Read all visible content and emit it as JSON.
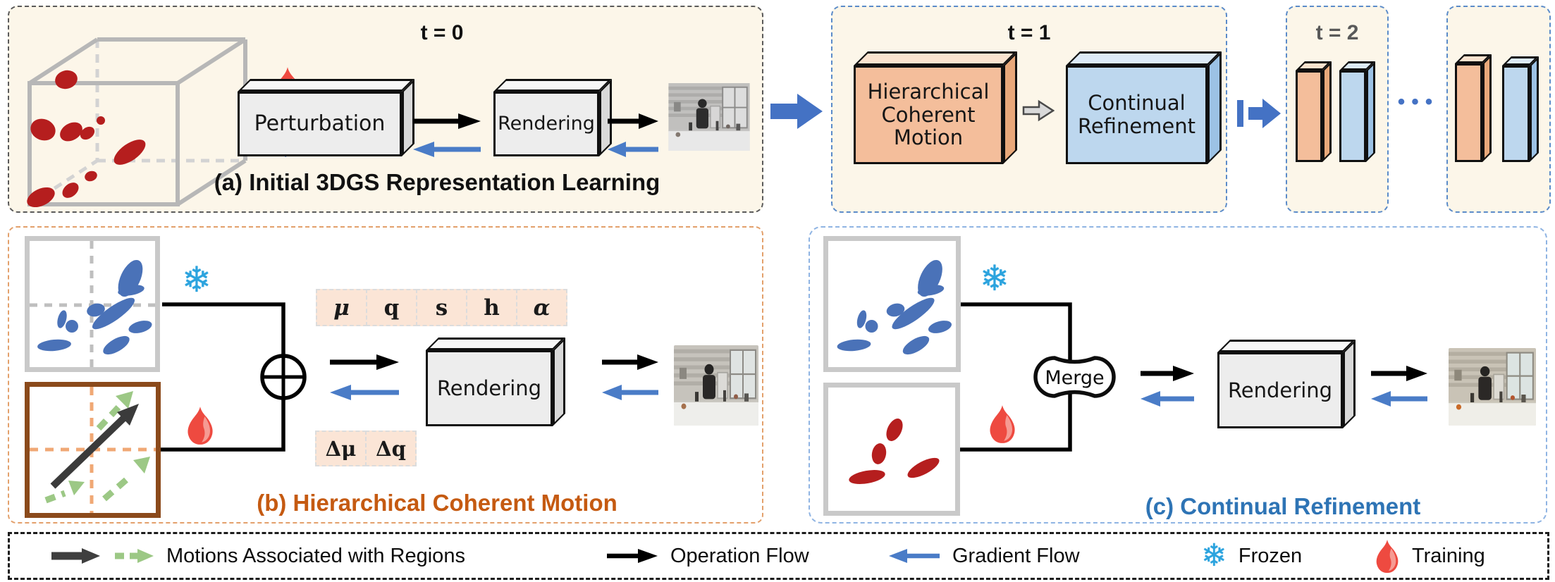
{
  "figure": {
    "panel_a": {
      "time_label": "t = 0",
      "caption": "(a) Initial 3DGS Representation Learning",
      "box1": "Perturbation",
      "box2": "Rendering"
    },
    "panel_t1": {
      "time_label": "t = 1",
      "box1": "Hierarchical Coherent Motion",
      "box2": "Continual Refinement"
    },
    "panel_t2": {
      "time_label": "t = 2"
    },
    "ellipsis": "•••",
    "panel_b": {
      "caption": "(b) Hierarchical Coherent Motion",
      "params": [
        "μ",
        "q",
        "s",
        "h",
        "α"
      ],
      "deltas": [
        "Δμ",
        "Δq"
      ],
      "box": "Rendering"
    },
    "panel_c": {
      "caption": "(c) Continual Refinement",
      "merge": "Merge",
      "box": "Rendering"
    },
    "legend": {
      "items": [
        {
          "icon": "region-motion-arrows",
          "label": "Motions Associated with Regions"
        },
        {
          "icon": "black-arrow",
          "label": "Operation Flow"
        },
        {
          "icon": "blue-arrow",
          "label": "Gradient Flow"
        },
        {
          "icon": "snowflake",
          "label": "Frozen"
        },
        {
          "icon": "fire",
          "label": "Training"
        }
      ]
    },
    "icons": {
      "snowflake": "❄"
    },
    "colors": {
      "cream_bg": "#FCF6E9",
      "red_gaussian": "#B51E1E",
      "blue_gaussian": "#4A72B8",
      "orange_box": "#F4BE9B",
      "blue_box": "#BDD7EE",
      "flow_blue": "#4A7CC7",
      "block_arrow_blue": "#4472C4",
      "caption_b_orange": "#C55A11",
      "caption_c_blue": "#2E74B5",
      "frozen_blue": "#2BA3DE",
      "fire_red": "#EE4A40",
      "brown_frame": "#8B4A1B",
      "green_motion": "#9CC885"
    }
  }
}
